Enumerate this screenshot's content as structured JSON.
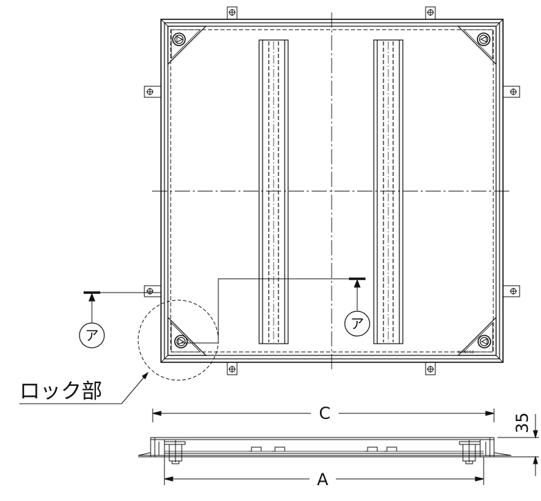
{
  "labels": {
    "lock_section": "ロック部",
    "section_mark": "ア",
    "dim_c": "C",
    "dim_a": "A",
    "dim_height": "35",
    "maker_mark": "KANESO"
  },
  "colors": {
    "line": "#111111",
    "background": "#ffffff"
  }
}
